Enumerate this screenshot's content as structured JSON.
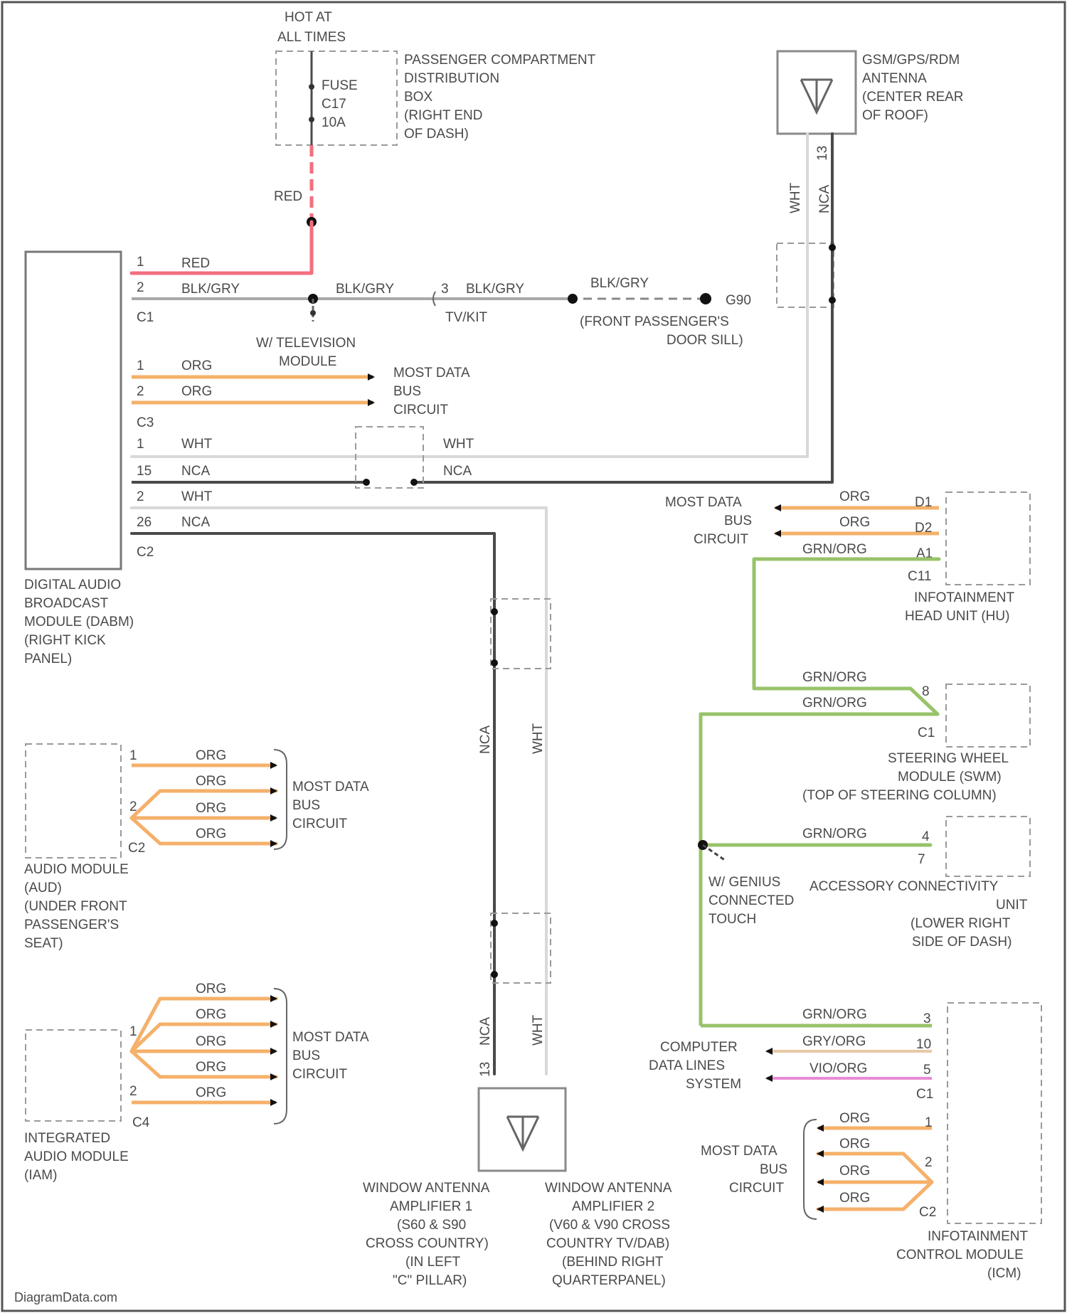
{
  "colors": {
    "red": "#f36e7e",
    "orange": "#f5b06a",
    "green": "#98c36a",
    "gray": "#a8a8a8",
    "light": "#d8d8d8",
    "dark": "#4a4a4a",
    "violet": "#e98ad6",
    "label": "#4a4a4a"
  },
  "icons": [
    "antenna-icon",
    "arrow-right-icon",
    "arrow-left-icon",
    "splice-dot-icon"
  ],
  "labels": {
    "hot_at_all_times": [
      "HOT AT",
      "ALL TIMES"
    ],
    "fuse": [
      "FUSE",
      "C17",
      "10A"
    ],
    "pdc": [
      "PASSENGER COMPARTMENT",
      "DISTRIBUTION",
      "BOX",
      "(RIGHT END",
      "OF DASH)"
    ],
    "roof_antenna": [
      "GSM/GPS/RDM",
      "ANTENNA",
      "(CENTER REAR",
      "OF ROOF)"
    ],
    "red": "RED",
    "red_w": "RED",
    "pin1_c1": "1",
    "pin2_c1": "2",
    "blk_gry_1": "BLK/GRY",
    "blk_gry_2": "BLK/GRY",
    "blk_gry_pin": "3",
    "blk_gry_3": "BLK/GRY",
    "tv_conn": "TV/KIT",
    "c1": "C1",
    "g_front": "G90",
    "front_pass": [
      "(FRONT PASSENGER'S",
      "DOOR SILL)"
    ],
    "tv_module": [
      "W/ TELEVISION",
      "MODULE"
    ],
    "most_top": [
      "MOST DATA",
      "BUS",
      "CIRCUIT"
    ],
    "most_label": "MOST DATA",
    "org": "ORG",
    "c3": "C3",
    "c2": "C2",
    "c4": "C4",
    "c11": "C11",
    "c1b": "C1",
    "wht": "WHT",
    "nca": "NCA",
    "dab": [
      "DIGITAL AUDIO",
      "BROADCAST",
      "MODULE (DABM)",
      "(RIGHT KICK",
      "PANEL)"
    ],
    "most_r": [
      "MOST DATA",
      "BUS",
      "CIRCUIT"
    ],
    "gry_org": "GRN/ORG",
    "head_unit": [
      "INFOTAINMENT",
      "HEAD UNIT (HU)"
    ],
    "steering": [
      "STEERING WHEEL",
      "MODULE (SWM)",
      "(TOP OF STEERING COLUMN)"
    ],
    "w_genius": [
      "W/ GENIUS",
      "CONNECTED",
      "TOUCH"
    ],
    "acc_conn": [
      "ACCESSORY CONNECTIVITY",
      "UNIT",
      "(LOWER RIGHT",
      "SIDE OF DASH)"
    ],
    "audio_mod": [
      "AUDIO MODULE",
      "(AUD)",
      "(UNDER FRONT",
      "PASSENGER'S",
      "SEAT)"
    ],
    "integrated": [
      "INTEGRATED",
      "AUDIO MODULE",
      "(IAM)"
    ],
    "computer": [
      "COMPUTER",
      "DATA LINES",
      "SYSTEM"
    ],
    "gry_org2": "GRY/ORG",
    "vio_org": "VIO/ORG",
    "infot_ctrl": [
      "INFOTAINMENT",
      "CONTROL MODULE",
      "(ICM)"
    ],
    "win1": [
      "WINDOW ANTENNA",
      "AMPLIFIER 1",
      "(S60 & S90",
      "CROSS COUNTRY)",
      "(IN LEFT",
      "\"C\" PILLAR)"
    ],
    "win2": [
      "WINDOW ANTENNA",
      "AMPLIFIER 2",
      "(V60 & V90 CROSS",
      "COUNTRY TV/DAB)",
      "(BEHIND RIGHT",
      "QUARTERPANEL)"
    ],
    "watermark": "DiagramData.com",
    "p1": "1",
    "p2": "2",
    "p3": "3",
    "p4": "4",
    "p5": "5",
    "p7": "7",
    "p8": "8",
    "p10": "10",
    "p13": "13",
    "p15": "15",
    "p26": "26",
    "pA1": "A1",
    "pD1": "D1",
    "pD2": "D2"
  }
}
